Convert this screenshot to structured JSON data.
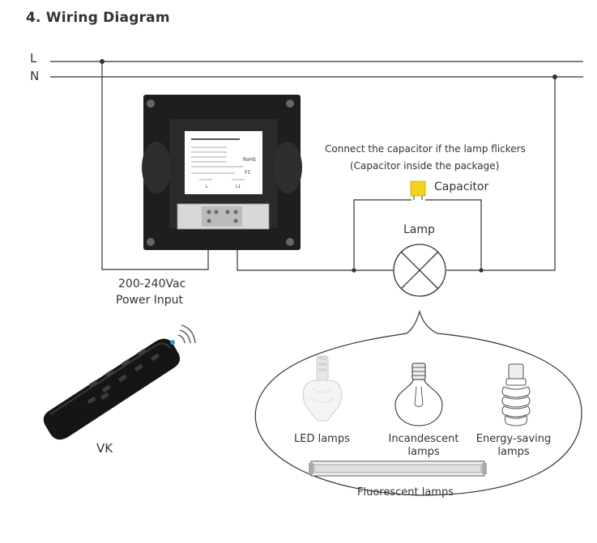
{
  "title": "4. Wiring Diagram",
  "lines": {
    "live": "L",
    "neutral": "N"
  },
  "capacitor_note": {
    "line1": "Connect the capacitor if the lamp flickers",
    "line2": "(Capacitor inside the package)"
  },
  "capacitor_label": "Capacitor",
  "lamp_label": "Lamp",
  "power_input": {
    "line1": "200-240Vac",
    "line2": "Power Input"
  },
  "remote_label": "VK",
  "lamp_types": {
    "led": "LED lamps",
    "incandescent_line1": "Incandescent",
    "incandescent_line2": "lamps",
    "energy_saving_line1": "Energy-saving",
    "energy_saving_line2": "lamps",
    "fluorescent": "Fluorescent lamps"
  },
  "switch_panel": {
    "label_badge_rohs": "RoHS",
    "label_badge_fc": "FC",
    "terminal_L": "L",
    "terminal_L1": "L1"
  },
  "colors": {
    "wire": "#333333",
    "capacitor": "#f2d21b",
    "panel": "#1e1e1e",
    "remote": "#111111",
    "signal": "#3a9ad9"
  }
}
